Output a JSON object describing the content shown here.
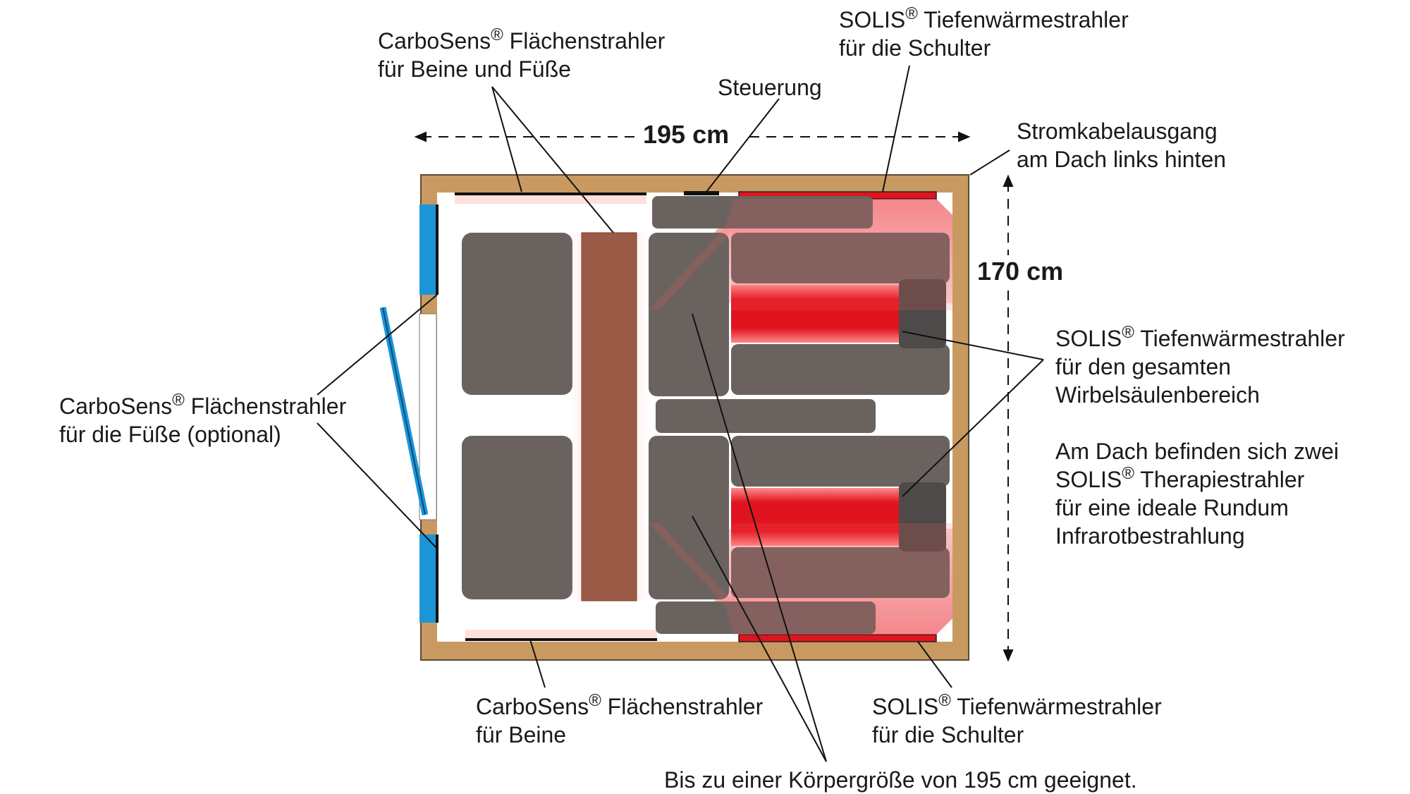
{
  "colors": {
    "wall": "#c89a62",
    "wall_stroke": "#5b4a36",
    "floor": "#ffffff",
    "bench": "#6a625f",
    "carbo_panel": "#9b5a45",
    "solis_red": "#e0141e",
    "door_blue": "#1a96d8",
    "leader": "#111111"
  },
  "dimensions": {
    "width": "195 cm",
    "depth": "170 cm"
  },
  "labels": {
    "carbo_legs_feet": {
      "brand": "CarboSens",
      "reg": "®",
      "rest": " Flächenstrahler",
      "line2": "für Beine und Füße"
    },
    "solis_shoulder_top": {
      "brand": "SOLIS",
      "reg": "®",
      "rest": " Tiefenwärmestrahler",
      "line2": "für die Schulter"
    },
    "steuerung": "Steuerung",
    "power_cable": {
      "line1": "Stromkabelausgang",
      "line2": "am Dach links hinten"
    },
    "solis_spine": {
      "brand": "SOLIS",
      "reg": "®",
      "rest": " Tiefenwärmestrahler",
      "line2": "für den gesamten",
      "line3": "Wirbelsäulenbereich"
    },
    "roof_note": {
      "line1": "Am Dach befinden sich zwei",
      "line2_brand": "SOLIS",
      "line2_reg": "®",
      "line2_rest": " Therapiestrahler",
      "line3": "für eine ideale Rundum",
      "line4": "Infrarotbestrahlung"
    },
    "carbo_feet_optional": {
      "brand": "CarboSens",
      "reg": "®",
      "rest": " Flächenstrahler",
      "line2": "für die Füße (optional)"
    },
    "carbo_legs": {
      "brand": "CarboSens",
      "reg": "®",
      "rest": " Flächenstrahler",
      "line2": "für Beine"
    },
    "solis_shoulder_bottom": {
      "brand": "SOLIS",
      "reg": "®",
      "rest": " Tiefenwärmestrahler",
      "line2": "für die Schulter"
    },
    "body_size": "Bis zu einer Körpergröße von 195 cm geeignet."
  }
}
